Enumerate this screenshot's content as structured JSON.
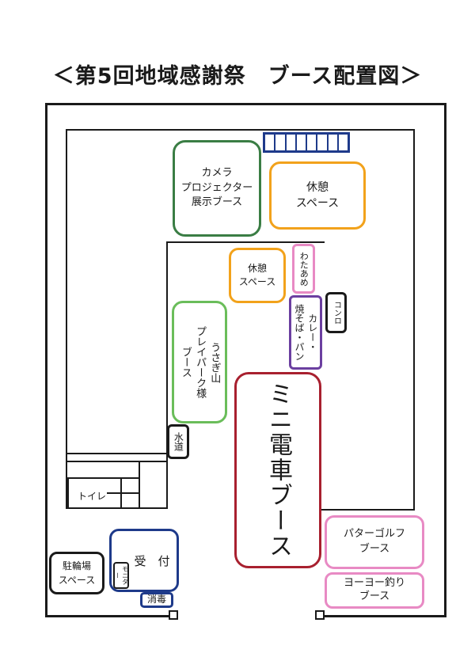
{
  "page": {
    "title": "＜第5回地域感謝祭　ブース配置図＞"
  },
  "colors": {
    "green": "#3a7d44",
    "orange": "#f2a21b",
    "pink": "#e88ac4",
    "purple": "#6b3fa0",
    "red": "#a8202f",
    "navy": "#1e3a8a",
    "black": "#1a1a1a"
  },
  "booths": {
    "camera": "カメラ\nプロジェクター\n展示ブース",
    "rest_top": "休憩\nスペース",
    "rest_mid": "休憩\nスペース",
    "wataame": "わたあめ",
    "curry": "カレー・\n焼そば・パン",
    "konro": "コンロ",
    "usagiyama": "うさぎ山\nプレイパーク様\nブース",
    "mini_train": "ミニ電車ブース",
    "suido": "水道",
    "toilet": "トイレ",
    "putter_golf": "パターゴルフ\nブース",
    "yoyo": "ヨーヨー釣り\nブース",
    "reception": "受　付",
    "monitor": "モニター",
    "bicycle": "駐輪場\nスペース",
    "disinfect": "消毒"
  }
}
